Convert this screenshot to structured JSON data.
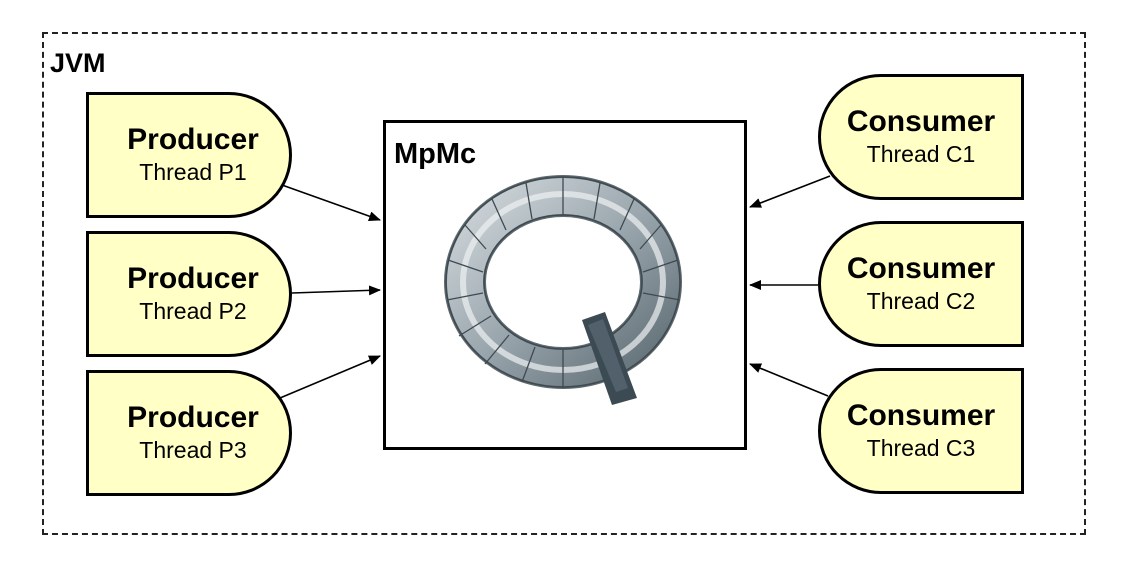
{
  "jvm": {
    "label": "JVM"
  },
  "queue": {
    "label": "MpMc",
    "icon": "ring-queue-icon"
  },
  "producers": [
    {
      "title": "Producer",
      "sub": "Thread P1"
    },
    {
      "title": "Producer",
      "sub": "Thread P2"
    },
    {
      "title": "Producer",
      "sub": "Thread P3"
    }
  ],
  "consumers": [
    {
      "title": "Consumer",
      "sub": "Thread C1"
    },
    {
      "title": "Consumer",
      "sub": "Thread C2"
    },
    {
      "title": "Consumer",
      "sub": "Thread C3"
    }
  ],
  "colors": {
    "node_fill": "#ffffc6",
    "border": "#000000"
  }
}
